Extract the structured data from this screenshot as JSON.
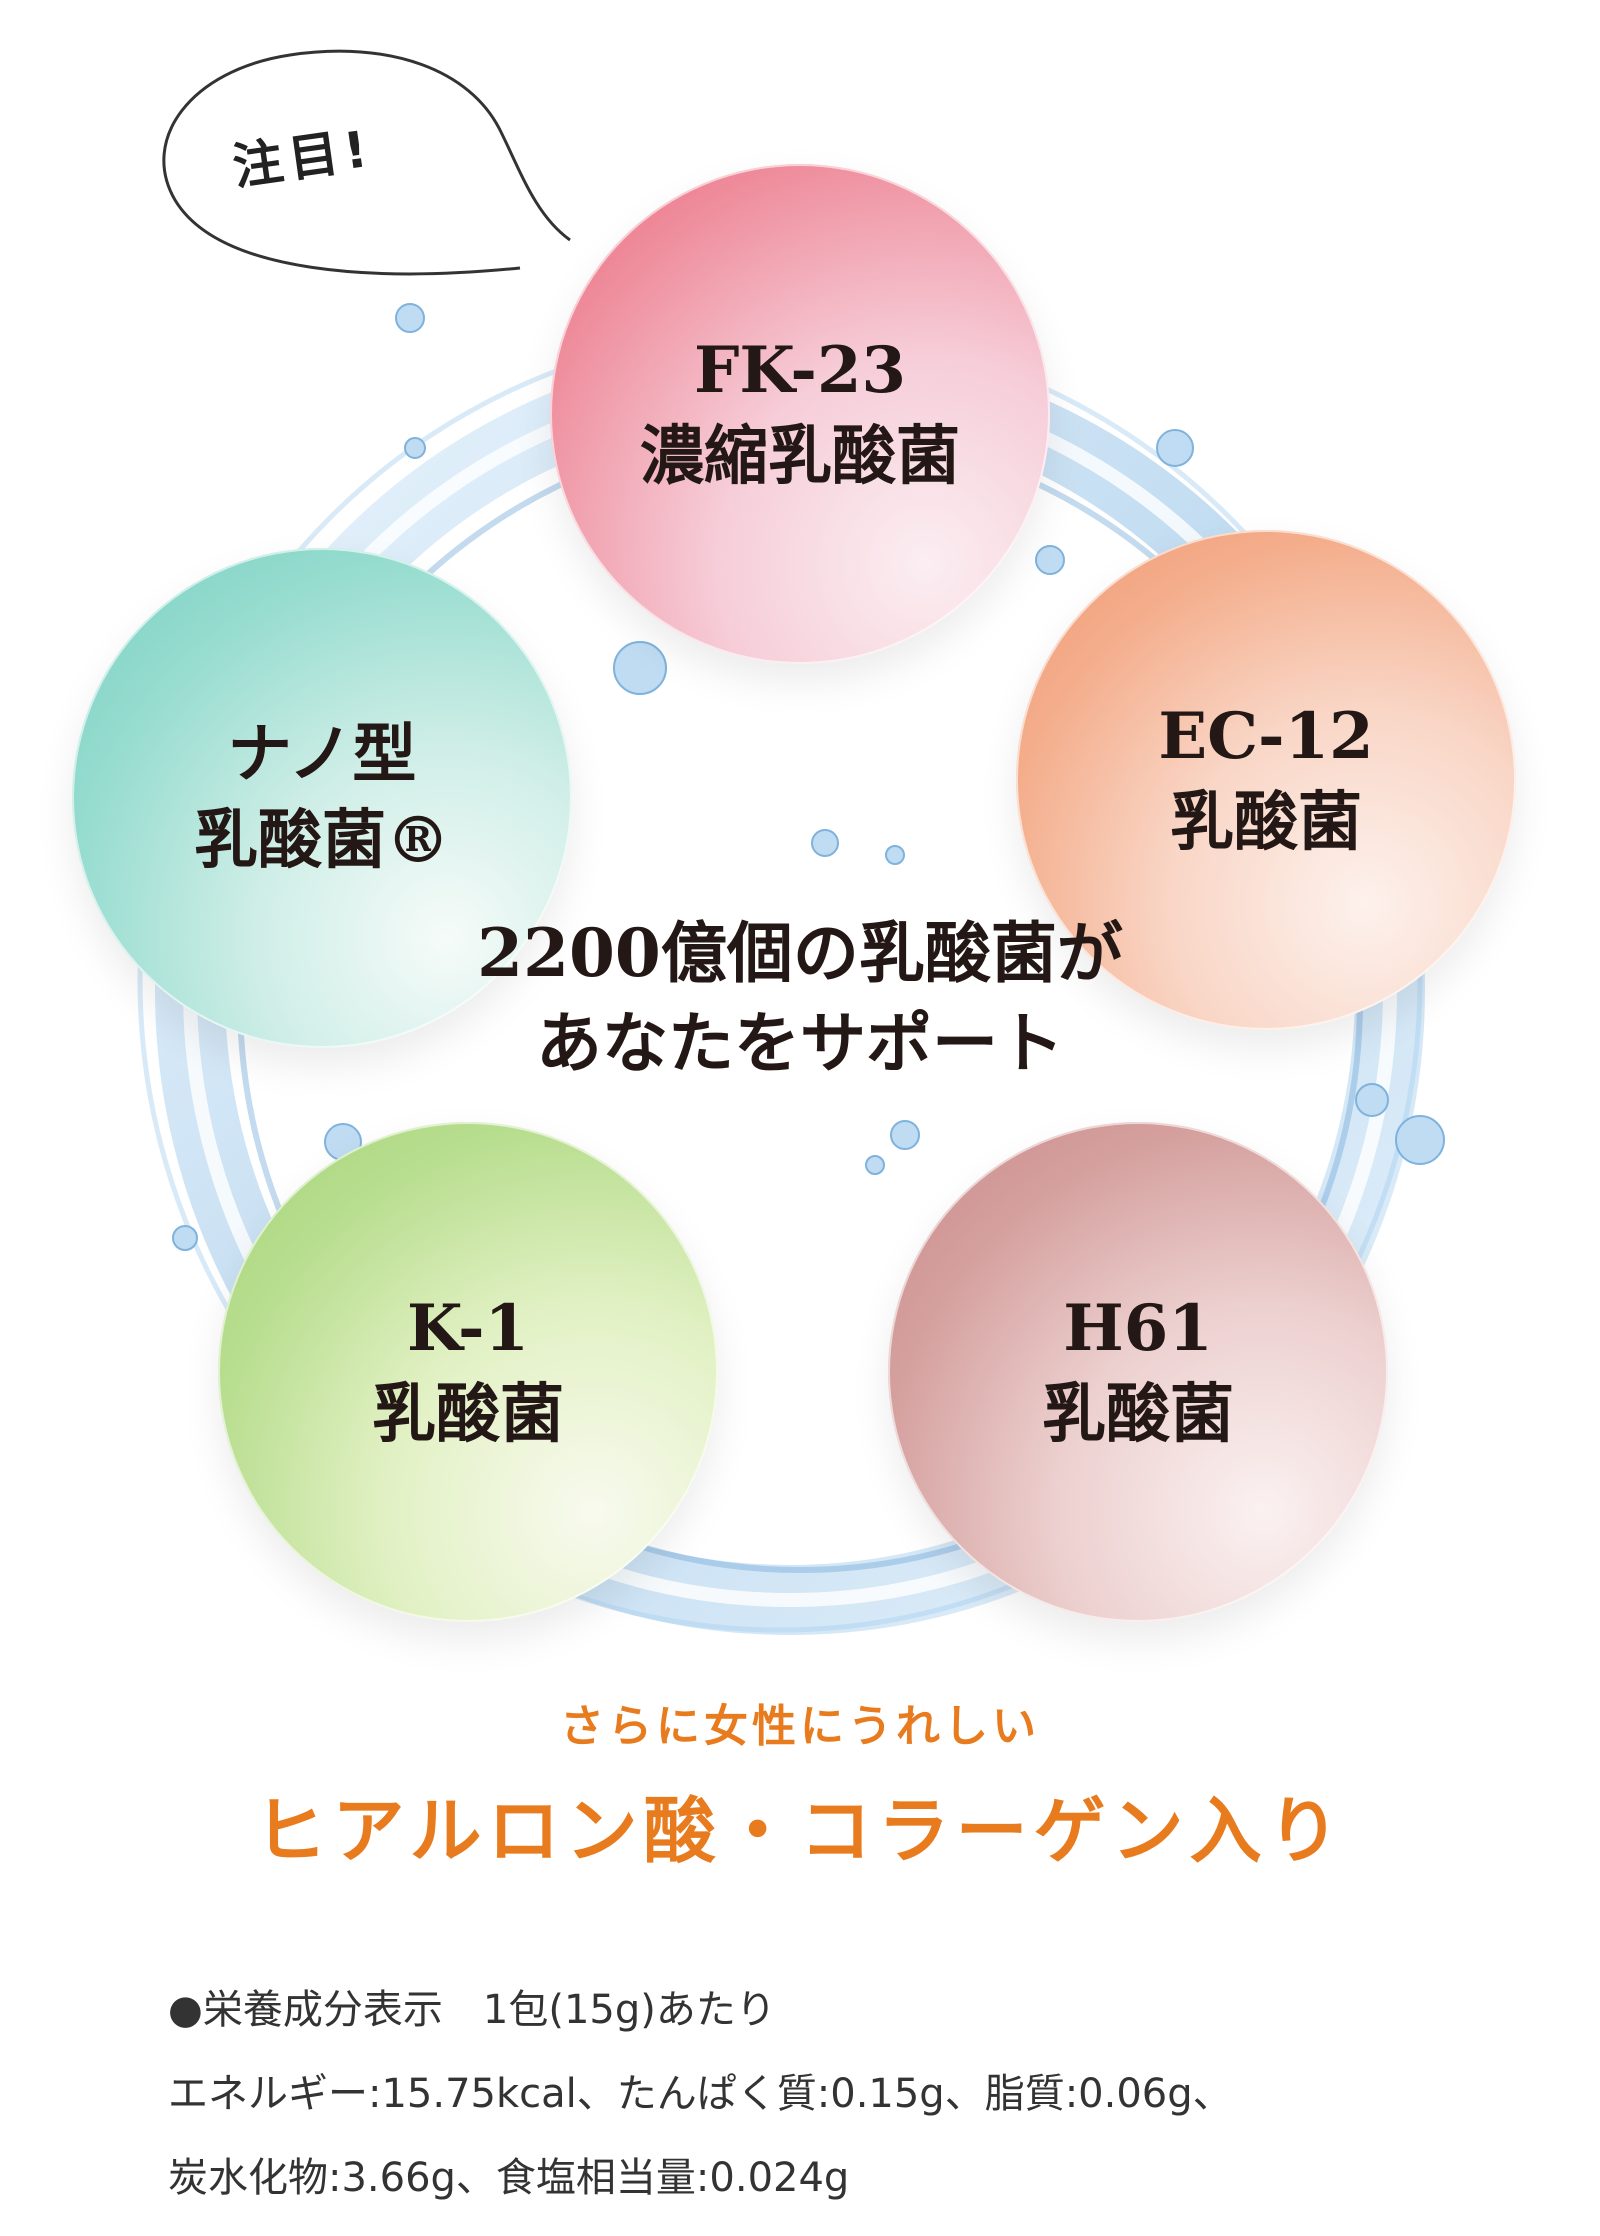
{
  "callout": {
    "text": "注目!"
  },
  "circles": {
    "fk23": {
      "line1": "FK-23",
      "line2": "濃縮乳酸菌"
    },
    "ec12": {
      "line1": "EC-12",
      "line2": "乳酸菌"
    },
    "nano": {
      "line1": "ナノ型",
      "line2": "乳酸菌®"
    },
    "k1": {
      "line1": "K-1",
      "line2": "乳酸菌"
    },
    "h61": {
      "line1": "H61",
      "line2": "乳酸菌"
    }
  },
  "center": {
    "line1": "2200億個の乳酸菌が",
    "line2": "あなたをサポート"
  },
  "bonus": {
    "subtitle": "さらに女性にうれしい",
    "title": "ヒアルロン酸・コラーゲン入り"
  },
  "nutrition": {
    "header": "●栄養成分表示　1包(15g)あたり",
    "line1": "エネルギー:15.75kcal、たんぱく質:0.15g、脂質:0.06g、",
    "line2": "炭水化物:3.66g、食塩相当量:0.024g"
  },
  "colors": {
    "accent_orange": "#e87b1e",
    "text_dark": "#231815",
    "water_blue": "#9cc7ea"
  }
}
